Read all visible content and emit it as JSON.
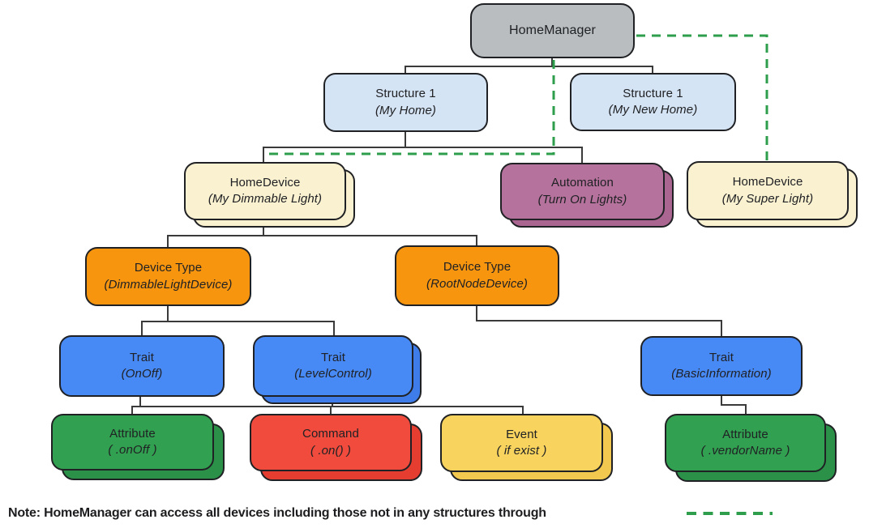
{
  "diagram": {
    "nodes": {
      "home_manager": {
        "label": "HomeManager",
        "sublabel": ""
      },
      "structure_my_home": {
        "label": "Structure 1",
        "sublabel": "(My Home)"
      },
      "structure_my_new_home": {
        "label": "Structure 1",
        "sublabel": "(My New Home)"
      },
      "homedevice_dimmable": {
        "label": "HomeDevice",
        "sublabel": "(My Dimmable Light)"
      },
      "automation": {
        "label": "Automation",
        "sublabel": "(Turn On Lights)"
      },
      "homedevice_super": {
        "label": "HomeDevice",
        "sublabel": "(My Super Light)"
      },
      "devicetype_dimmable": {
        "label": "Device Type",
        "sublabel": "(DimmableLightDevice)"
      },
      "devicetype_rootnode": {
        "label": "Device Type",
        "sublabel": "(RootNodeDevice)"
      },
      "trait_onoff": {
        "label": "Trait",
        "sublabel": "(OnOff)"
      },
      "trait_levelcontrol": {
        "label": "Trait",
        "sublabel": "(LevelControl)"
      },
      "trait_basicinfo": {
        "label": "Trait",
        "sublabel": "(BasicInformation)"
      },
      "attribute_onoff": {
        "label": "Attribute",
        "sublabel": "( .onOff )"
      },
      "command_on": {
        "label": "Command",
        "sublabel": "( .on() )"
      },
      "event_ifexist": {
        "label": "Event",
        "sublabel": "( if exist )"
      },
      "attribute_vendorname": {
        "label": "Attribute",
        "sublabel": "( .vendorName )"
      }
    },
    "edges_solid": [
      {
        "from": "HomeManager",
        "to": "Structure 1 (My Home)"
      },
      {
        "from": "HomeManager",
        "to": "Structure 1 (My New Home)"
      },
      {
        "from": "Structure 1 (My Home)",
        "to": "HomeDevice (My Dimmable Light)"
      },
      {
        "from": "Structure 1 (My Home)",
        "to": "Automation (Turn On Lights)"
      },
      {
        "from": "HomeDevice (My Dimmable Light)",
        "to": "Device Type (DimmableLightDevice)"
      },
      {
        "from": "HomeDevice (My Dimmable Light)",
        "to": "Device Type (RootNodeDevice)"
      },
      {
        "from": "Device Type (DimmableLightDevice)",
        "to": "Trait (OnOff)"
      },
      {
        "from": "Device Type (DimmableLightDevice)",
        "to": "Trait (LevelControl)"
      },
      {
        "from": "Device Type (RootNodeDevice)",
        "to": "Trait (BasicInformation)"
      },
      {
        "from": "Trait (OnOff)",
        "to": "Attribute ( .onOff )"
      },
      {
        "from": "Trait (OnOff)",
        "to": "Command ( .on() )"
      },
      {
        "from": "Trait (OnOff)",
        "to": "Event ( if exist )"
      },
      {
        "from": "Trait (BasicInformation)",
        "to": "Attribute ( .vendorName )"
      }
    ],
    "edges_dashed": [
      {
        "from": "HomeManager",
        "to": "HomeDevice (My Dimmable Light)"
      },
      {
        "from": "HomeManager",
        "to": "HomeDevice (My Super Light)"
      }
    ],
    "colors": {
      "home_manager": "#B9BDBF",
      "structure": "#D5E4F4",
      "home_device": "#FAF1D0",
      "automation": "#B5729C",
      "device_type": "#F7950E",
      "trait": "#4789F5",
      "attribute": "#31A050",
      "command": "#F04B3D",
      "event": "#F8D45E",
      "dashed_link": "#2E9E4D",
      "connector": "#3A3A3A",
      "border": "#202124"
    },
    "note": {
      "text": "Note: HomeManager can access all devices including those not in any structures through"
    },
    "legend": {
      "symbol": "green-dashed-line"
    }
  }
}
